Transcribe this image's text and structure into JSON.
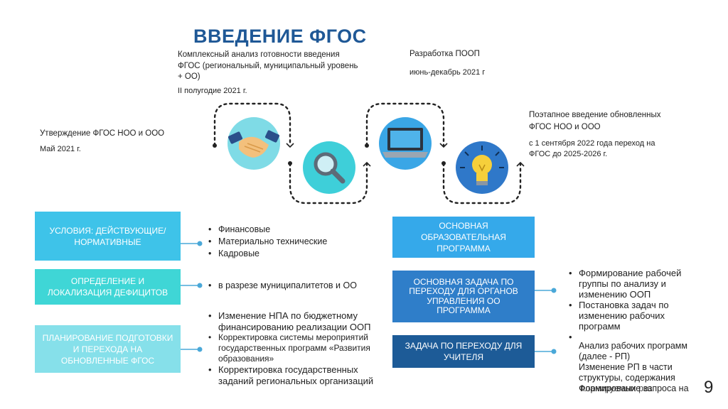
{
  "title": "ВВЕДЕНИЕ ФГОС",
  "page_number": "9",
  "timeline": {
    "step1": {
      "title": "Утверждение ФГОС НОО и ООО",
      "date": "Май 2021 г."
    },
    "step2": {
      "title": "Комплексный анализ готовности введения ФГОС (региональный, муниципальный уровень + ОО)",
      "date": "II полугодие 2021 г."
    },
    "step3": {
      "title": "Разработка ПООП",
      "date": "июнь-декабрь 2021 г"
    },
    "step4": {
      "title": "Поэтапное введение обновленных ФГОС НОО и ООО",
      "date": "с 1 сентября 2022 года переход на ФГОС до 2025-2026 г."
    }
  },
  "icons": {
    "handshake": "handshake-icon",
    "magnifier": "magnifier-icon",
    "laptop": "laptop-icon",
    "bulb": "lightbulb-icon"
  },
  "left_boxes": [
    {
      "label": "УСЛОВИЯ: ДЕЙСТВУЮЩИЕ/ НОРМАТИВНЫЕ",
      "color": "#3ec3e9",
      "items": [
        "Финансовые",
        "Материально технические",
        "Кадровые"
      ]
    },
    {
      "label": "ОПРЕДЕЛЕНИЕ И ЛОКАЛИЗАЦИЯ ДЕФИЦИТОВ",
      "color": "#3fd6d6",
      "items": [
        "в разрезе муниципалитетов и ОО"
      ]
    },
    {
      "label": "ПЛАНИРОВАНИЕ ПОДГОТОВКИ И ПЕРЕХОДА НА ОБНОВЛЕННЫЕ ФГОС",
      "color": "#86e0ea",
      "items": [
        "Изменение НПА по бюджетному финансированию реализации ООП",
        "Корректировка системы мероприятий государственных программ «Развития образования»",
        "Корректировка государственных заданий региональных организаций"
      ]
    }
  ],
  "right_boxes": [
    {
      "label": "ОСНОВНАЯ ОБРАЗОВАТЕЛЬНАЯ ПРОГРАММА",
      "color": "#35a9ea"
    },
    {
      "label": "ОСНОВНАЯ ЗАДАЧА ПО ПЕРЕХОДУ ДЛЯ ОРГАНОВ УПРАВЛЕНИЯ ОО ПРОГРАММА",
      "color": "#2f7ec9",
      "items": [
        "Формирование рабочей группы по анализу и изменению ООП",
        "Постановка задач по изменению рабочих программ",
        ""
      ]
    },
    {
      "label": "ЗАДАЧА ПО ПЕРЕХОДУ ДЛЯ УЧИТЕЛЯ",
      "color": "#1d5b97",
      "items": [
        "Анализ рабочих программ (далее - РП)",
        "Изменение РП в части структуры, содержания",
        "Формирование запроса на"
      ],
      "overlap_text": "планируемых рез"
    }
  ],
  "colors": {
    "title": "#1f5896",
    "connector": "#222222",
    "arrow_line": "#4aa8d8"
  }
}
